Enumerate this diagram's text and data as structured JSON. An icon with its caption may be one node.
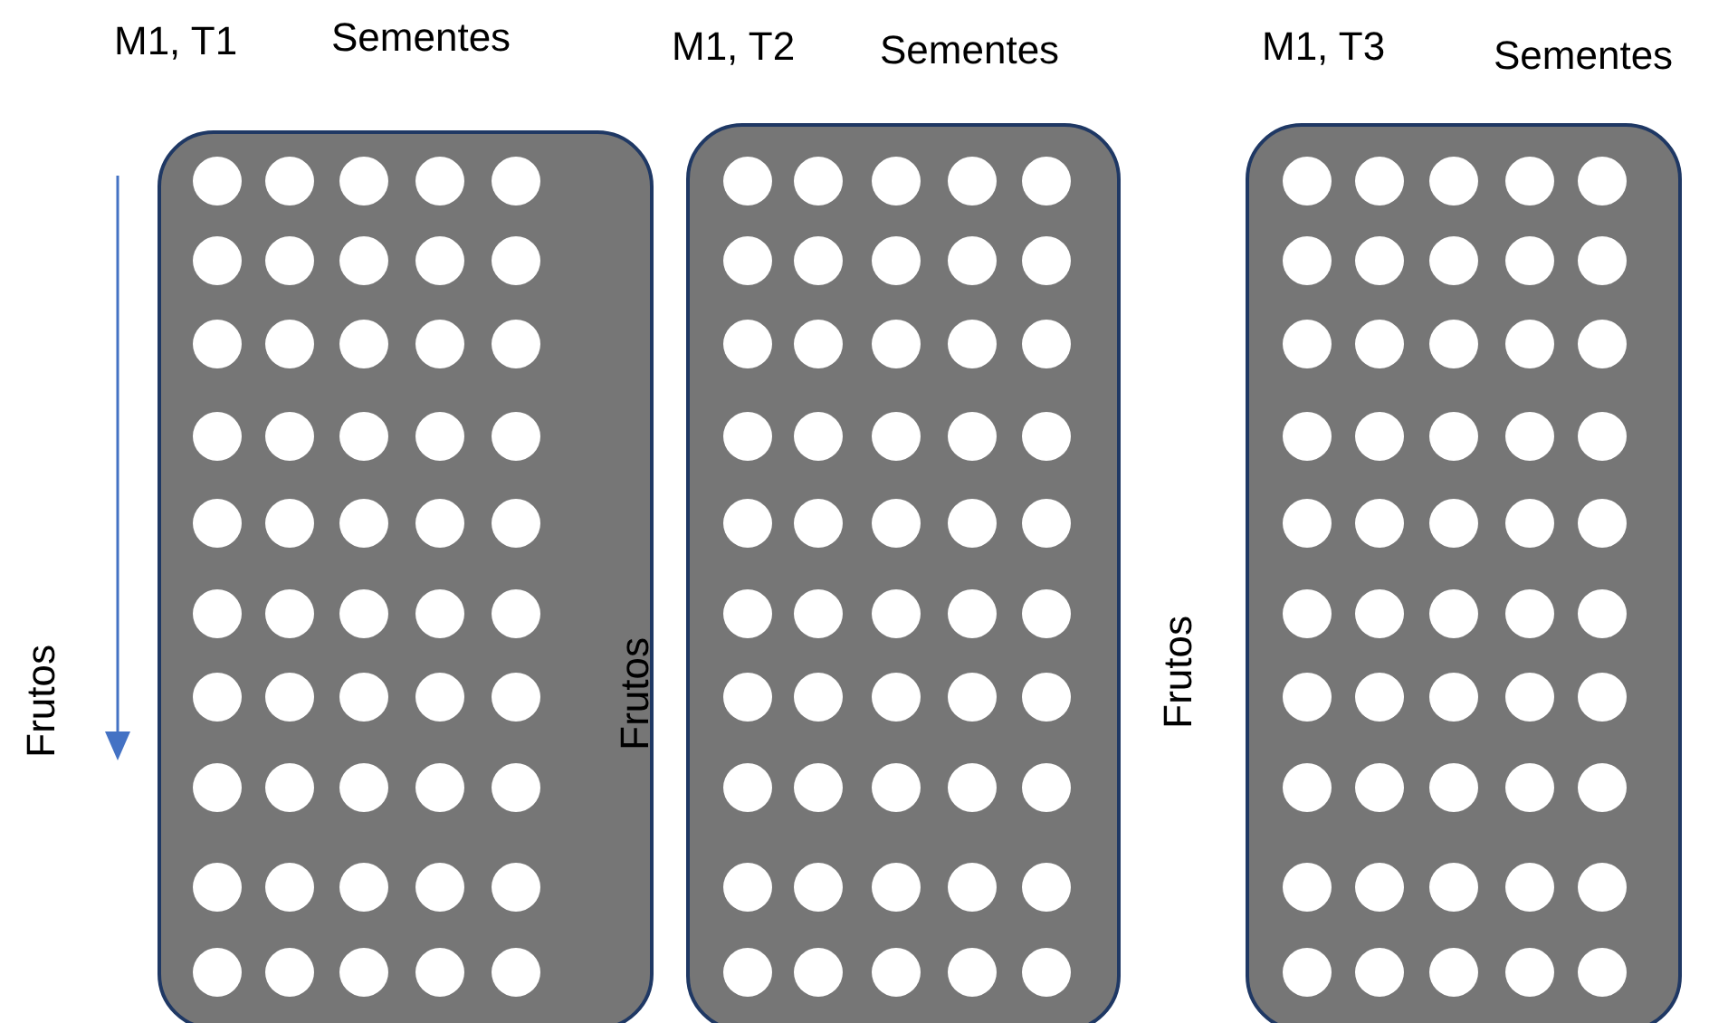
{
  "diagram": {
    "labels": [
      "M1, T1",
      "Sementes",
      "M1, T2",
      "Sementes",
      "M1, T3",
      "Sementes",
      "Frutos",
      "Frutos",
      "Frutos"
    ]
  }
}
